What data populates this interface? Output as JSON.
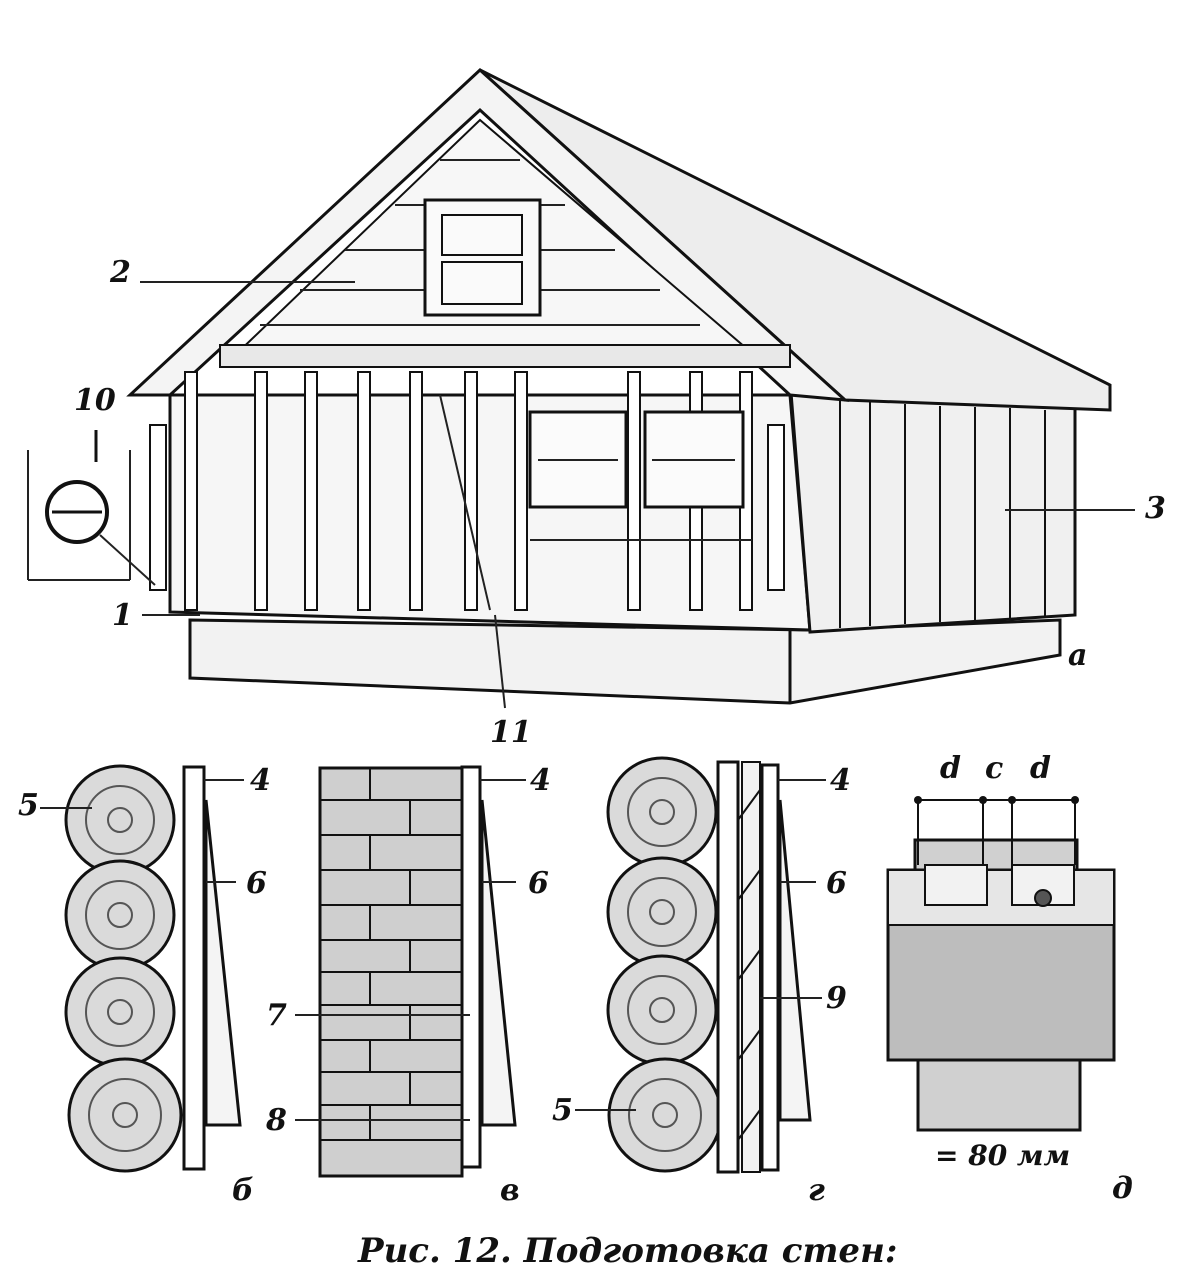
{
  "caption": "Рис. 12. Подготовка стен:",
  "callouts": {
    "n1": "1",
    "n2": "2",
    "n3": "3",
    "n10": "10",
    "n11": "11"
  },
  "panel_letters": {
    "a": "а",
    "b": "б",
    "v": "в",
    "g": "г",
    "d": "д"
  },
  "panel_b_labels": {
    "n4": "4",
    "n5": "5",
    "n6": "6"
  },
  "panel_v_labels": {
    "n4": "4",
    "n6": "6",
    "n7": "7",
    "n8": "8"
  },
  "panel_g_labels": {
    "n4": "4",
    "n6": "6",
    "n9": "9",
    "n5": "5"
  },
  "panel_d_labels": {
    "d_left": "d",
    "c": "c",
    "d_right": "d",
    "dimension": "= 80 мм"
  },
  "colors": {
    "ink": "#111111",
    "roof_fill": "#eeeeee",
    "wall_fill": "#f3f3f3",
    "log_fill": "#d9d9d9",
    "brick_fill": "#cfcfcf"
  }
}
